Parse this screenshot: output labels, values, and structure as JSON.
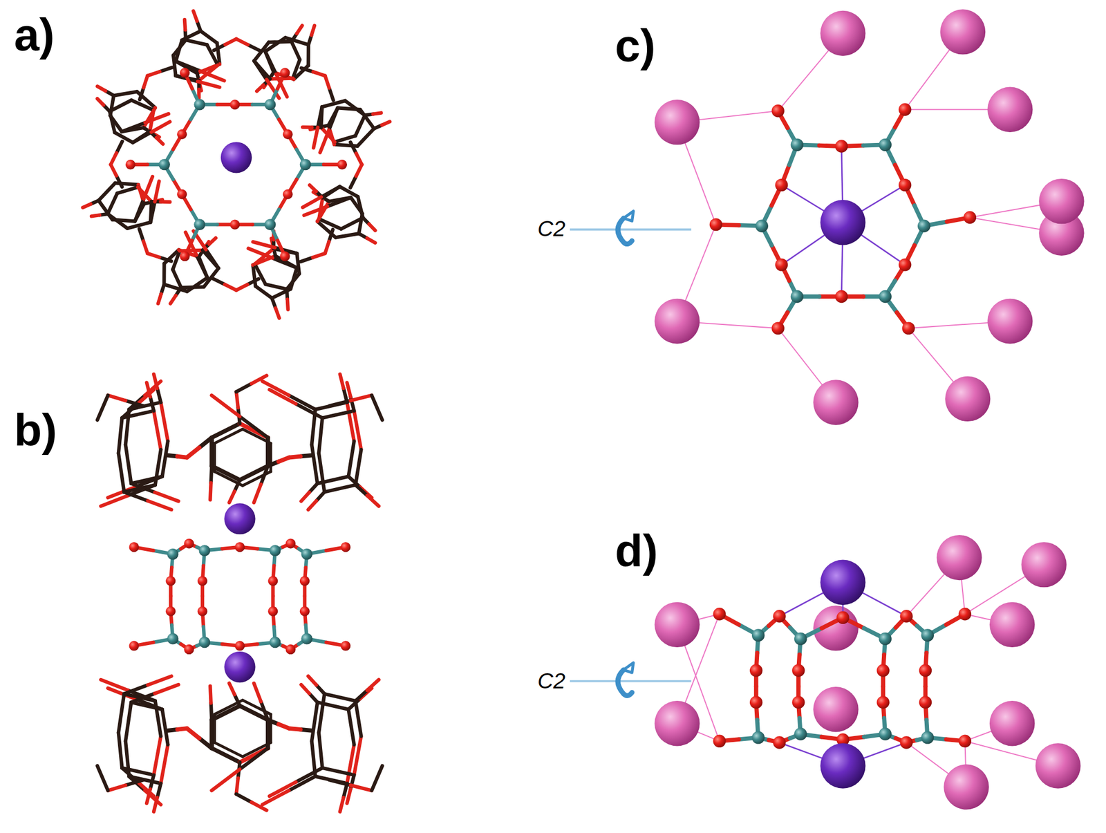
{
  "diagram": {
    "labels": [
      "a)",
      "b)",
      "c)",
      "d)",
      "C2",
      "C2"
    ]
  }
}
